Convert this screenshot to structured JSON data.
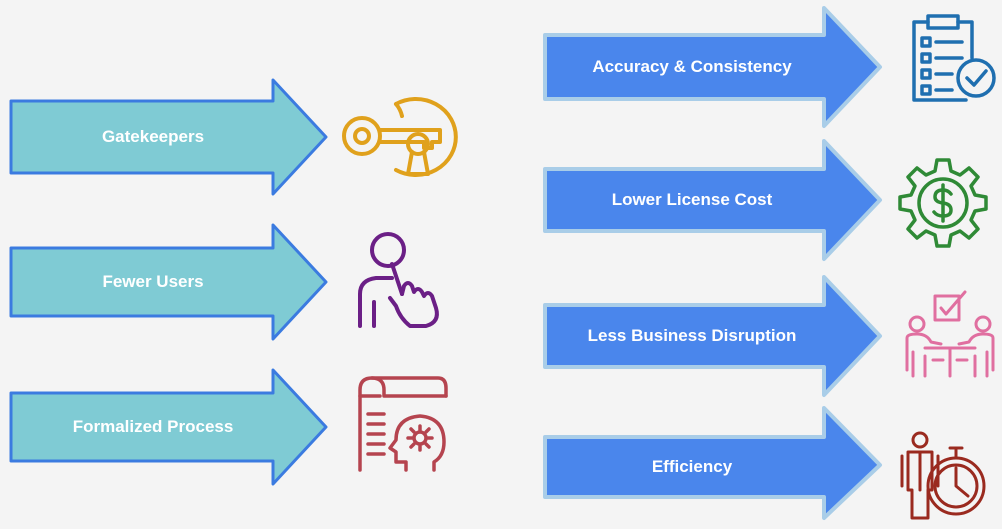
{
  "left_items": [
    {
      "label": "Gatekeepers",
      "icon": "key-lock-icon",
      "icon_color": "#e0a11c"
    },
    {
      "label": "Fewer Users",
      "icon": "user-pointing-icon",
      "icon_color": "#6b1f86"
    },
    {
      "label": "Formalized Process",
      "icon": "document-gear-head-icon",
      "icon_color": "#b5444f"
    }
  ],
  "right_items": [
    {
      "label": "Accuracy & Consistency",
      "icon": "checklist-icon",
      "icon_color": "#1f6fb0"
    },
    {
      "label": "Lower License Cost",
      "icon": "gear-dollar-icon",
      "icon_color": "#2f8a36"
    },
    {
      "label": "Less Business Disruption",
      "icon": "meeting-icon",
      "icon_color": "#e06fa0"
    },
    {
      "label": "Efficiency",
      "icon": "person-stopwatch-icon",
      "icon_color": "#9a2a1f"
    }
  ],
  "colors": {
    "left_fill": "#7fcbd4",
    "right_fill": "#4a86ec",
    "arrow_stroke": "#3b7be0"
  }
}
